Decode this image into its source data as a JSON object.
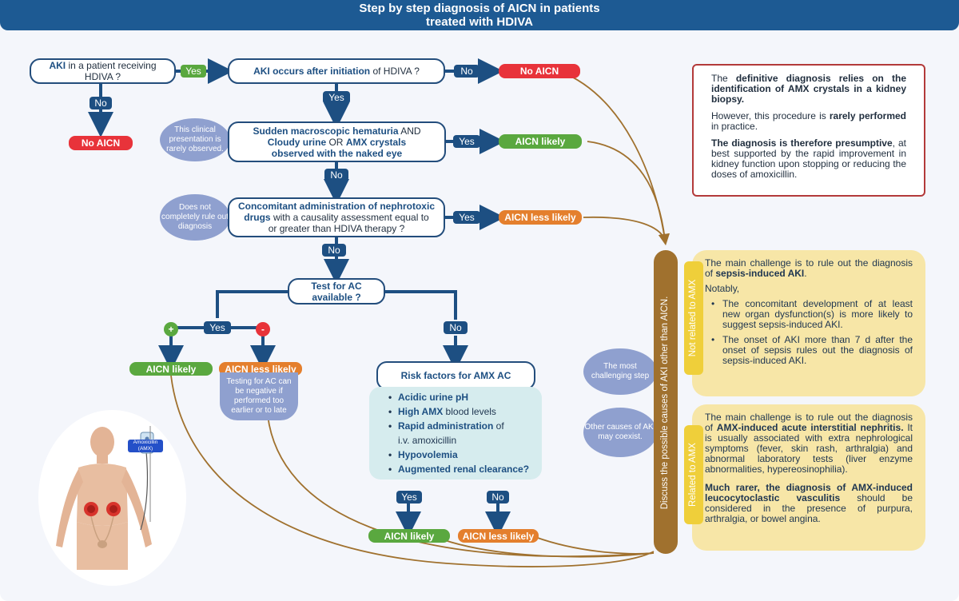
{
  "title": {
    "line1": "Step by step diagnosis of AICN in patients",
    "line2": "treated with HDIVA"
  },
  "q1": {
    "bold": "AKI",
    "rest": " in a patient receiving",
    "line2": "HDIVA ?"
  },
  "q2": {
    "bold": "AKI occurs after initiation",
    "rest": " of HDIVA ?"
  },
  "q3": {
    "bold1": "Sudden macroscopic hematuria",
    "mid1": " AND",
    "bold2": "Cloudy urine",
    "mid2": " OR ",
    "bold3": "AMX crystals",
    "line3": "observed with the naked eye"
  },
  "q4": {
    "bold1": "Concomitant administration of nephrotoxic",
    "bold2": "drugs",
    "rest2": " with a causality assessment equal to",
    "line3": "or greater than HDIVA therapy ?"
  },
  "q5": {
    "line1": "Test for AC",
    "line2": "available ?"
  },
  "q6": {
    "label": "Risk factors for AMX AC"
  },
  "labels": {
    "yes": "Yes",
    "no": "No",
    "plus": "+",
    "minus": "-"
  },
  "outcomes": {
    "no_aicn": "No AICN",
    "aicn_likely": "AICN likely",
    "aicn_less_likely": "AICN less likely"
  },
  "ellipses": {
    "rare_presentation": "This clinical presentation is rarely observed.",
    "not_rule_out": "Does not completely rule out diagnosis",
    "most_challenging": "The most challenging step",
    "other_causes": "Other causes of AKI may coexist."
  },
  "testing_note": "Testing for AC can be negative if performed too earlier or to late",
  "risk_factors": [
    {
      "bold": "Acidic urine pH",
      "rest": ""
    },
    {
      "bold": "High AMX",
      "rest": " blood levels"
    },
    {
      "bold": "Rapid administration",
      "rest": " of"
    },
    {
      "bold": "",
      "rest": "i.v. amoxicillin"
    },
    {
      "bold": "Hypovolemia",
      "rest": ""
    },
    {
      "bold": "Augmented renal clearance?",
      "rest": ""
    }
  ],
  "definitive_note": {
    "p1_pre": "The ",
    "p1_bold": "definitive diagnosis relies on the identification of AMX crystals in a kidney biopsy.",
    "p2_pre": "However, this procedure is ",
    "p2_bold": "rarely performed",
    "p2_post": " in practice.",
    "p3_bold": "The diagnosis is therefore presumptive",
    "p3_post": ", at best supported by the rapid improvement in kidney function upon stopping or reducing the doses of amoxicillin."
  },
  "discuss_bar": "Discuss the  possible causes of AKI other than AICN.",
  "not_related": {
    "tag": "Not related to AMX",
    "p1_pre": "The main challenge is to rule out the diagnosis of ",
    "p1_bold": "sepsis-induced AKI",
    "p1_post": ".",
    "p2": "Notably,",
    "bullet1": "The concomitant development of at least new organ dysfunction(s) is more likely to suggest sepsis-induced AKI.",
    "bullet2": "The onset of AKI more than 7 d after the onset of sepsis rules out the diagnosis of sepsis-induced AKI."
  },
  "related": {
    "tag": "Related to AMX",
    "p1_pre": "The main challenge is to rule out the diagnosis of ",
    "p1_bold": "AMX-induced acute interstitial nephritis.",
    "p1_post": " It is usually associated with extra nephrological symptoms (fever, skin rash, arthralgia) and abnormal laboratory tests (liver enzyme abnormalities, hypereosinophilia).",
    "p2_bold": "Much rarer, the diagnosis of AMX-induced leucocytoclastic vasculitis",
    "p2_post": " should be considered in the presence of purpura, arthralgia, or bowel angina."
  },
  "iv_bag": {
    "line1": "Amoxicillin",
    "line2": "(AMX)"
  },
  "colors": {
    "navy": "#1d4f82",
    "red": "#e8333a",
    "green": "#5aa83f",
    "orange": "#e47f2d",
    "brown": "#a0712e",
    "yellow": "#f7e6a7",
    "ellipse": "#8fa0cf",
    "teal": "#d6ecee"
  }
}
